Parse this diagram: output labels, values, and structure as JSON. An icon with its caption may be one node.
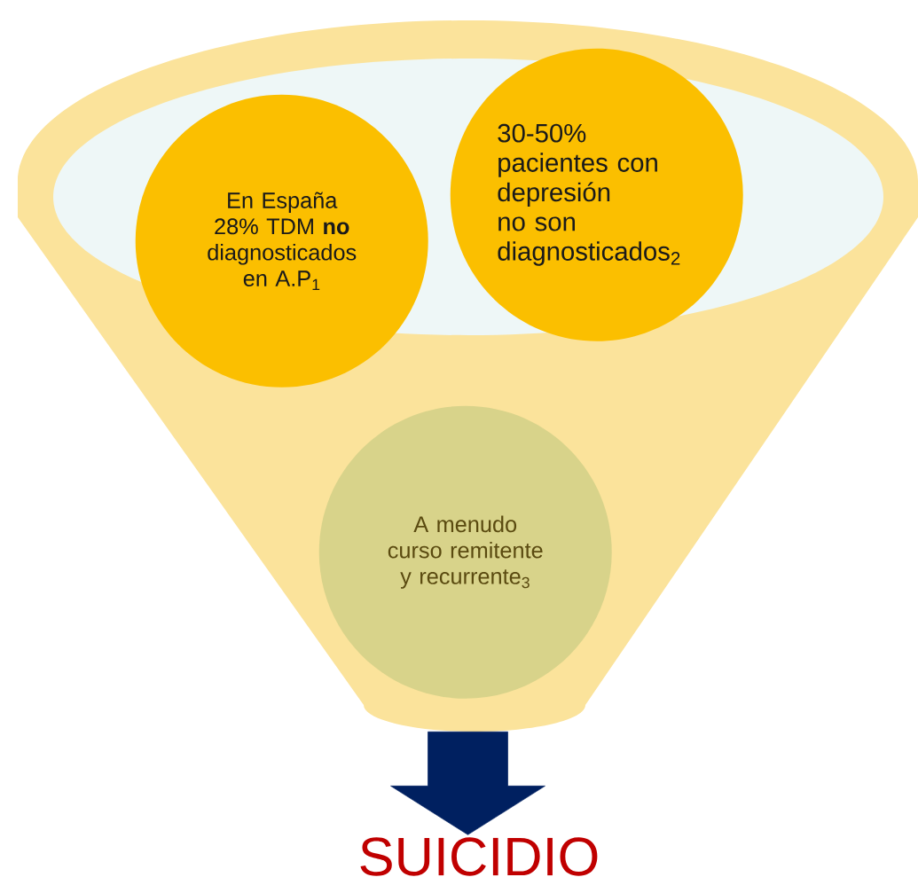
{
  "diagram": {
    "nodes": [
      {
        "text": [],
        "shape": "funnel"
      },
      {
        "text": [
          "En España 28% TDM **no** diagnosticados en A.P$_{1}$"
        ],
        "in": 0
      },
      {
        "text": [
          "30-50% pacientes con depresión no son diagnosticados$_{2}$"
        ],
        "in": 0
      },
      {
        "text": [
          "A menudo curso remitente y recurrente$_{3}$"
        ],
        "in": 0
      },
      {
        "text": [
          "SUICIDIO"
        ]
      }
    ],
    "edges": [
      {
        "from": 0,
        "to": 4,
        "arrow": "to",
        "style": "thick"
      }
    ]
  }
}
